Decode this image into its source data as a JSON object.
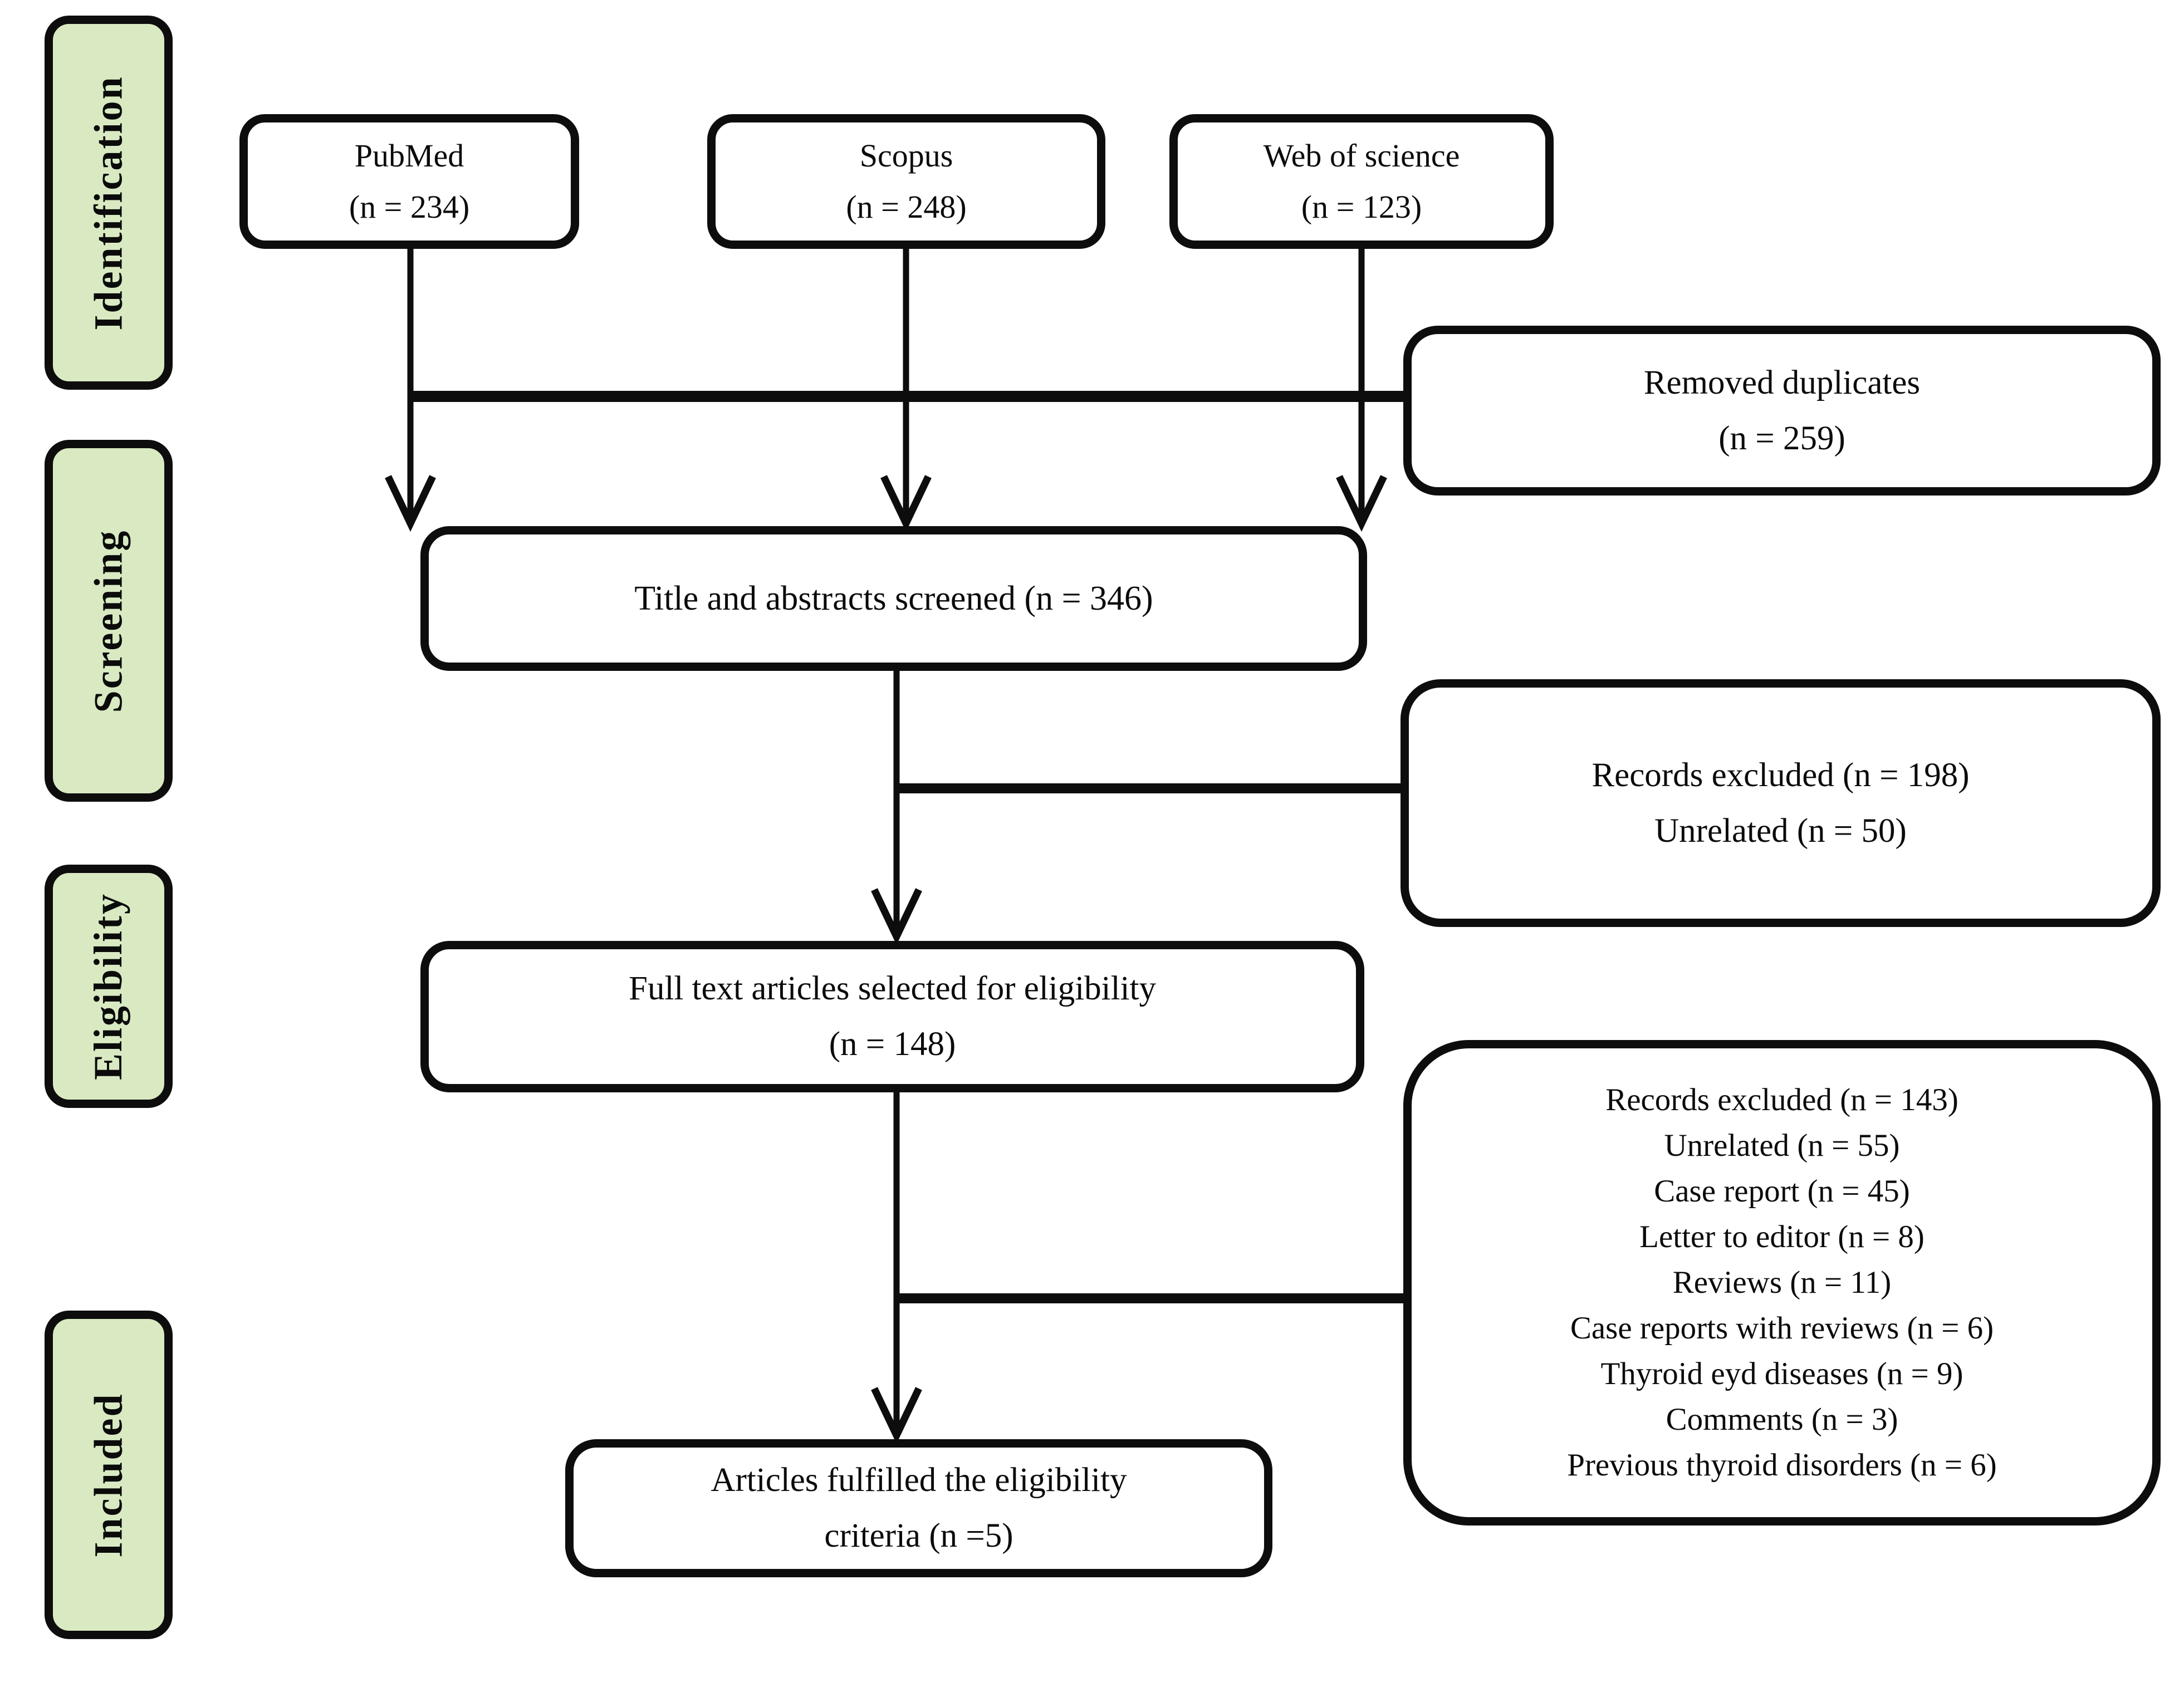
{
  "colors": {
    "stage_fill": "#d9eac2",
    "line": "#0d0d0d",
    "background": "#ffffff"
  },
  "sidebar": {
    "stages": [
      {
        "label": "Identification"
      },
      {
        "label": "Screening"
      },
      {
        "label": "Eligibility"
      },
      {
        "label": "Included"
      }
    ]
  },
  "boxes": {
    "pubmed": {
      "lines": [
        "PubMed",
        "(n = 234)"
      ]
    },
    "scopus": {
      "lines": [
        "Scopus",
        "(n = 248)"
      ]
    },
    "web_of_science": {
      "lines": [
        "Web of science",
        "(n = 123)"
      ]
    },
    "removed_duplicates": {
      "lines": [
        "Removed duplicates",
        "(n = 259)"
      ]
    },
    "screened": {
      "lines": [
        "Title and abstracts screened (n = 346)"
      ]
    },
    "records_excluded_screening": {
      "lines": [
        "Records excluded (n = 198)",
        "Unrelated (n = 50)"
      ]
    },
    "full_text": {
      "lines": [
        "Full text articles selected for eligibility",
        "(n = 148)"
      ]
    },
    "records_excluded_eligibility": {
      "lines": [
        "Records excluded (n = 143)",
        "Unrelated (n = 55)",
        "Case report (n = 45)",
        "Letter to editor (n = 8)",
        "Reviews (n = 11)",
        "Case reports with reviews (n = 6)",
        "Thyroid eyd diseases (n = 9)",
        "Comments (n = 3)",
        "Previous thyroid disorders (n = 6)"
      ]
    },
    "included_articles": {
      "lines": [
        "Articles fulfilled the eligibility",
        "criteria (n =5)"
      ]
    }
  }
}
